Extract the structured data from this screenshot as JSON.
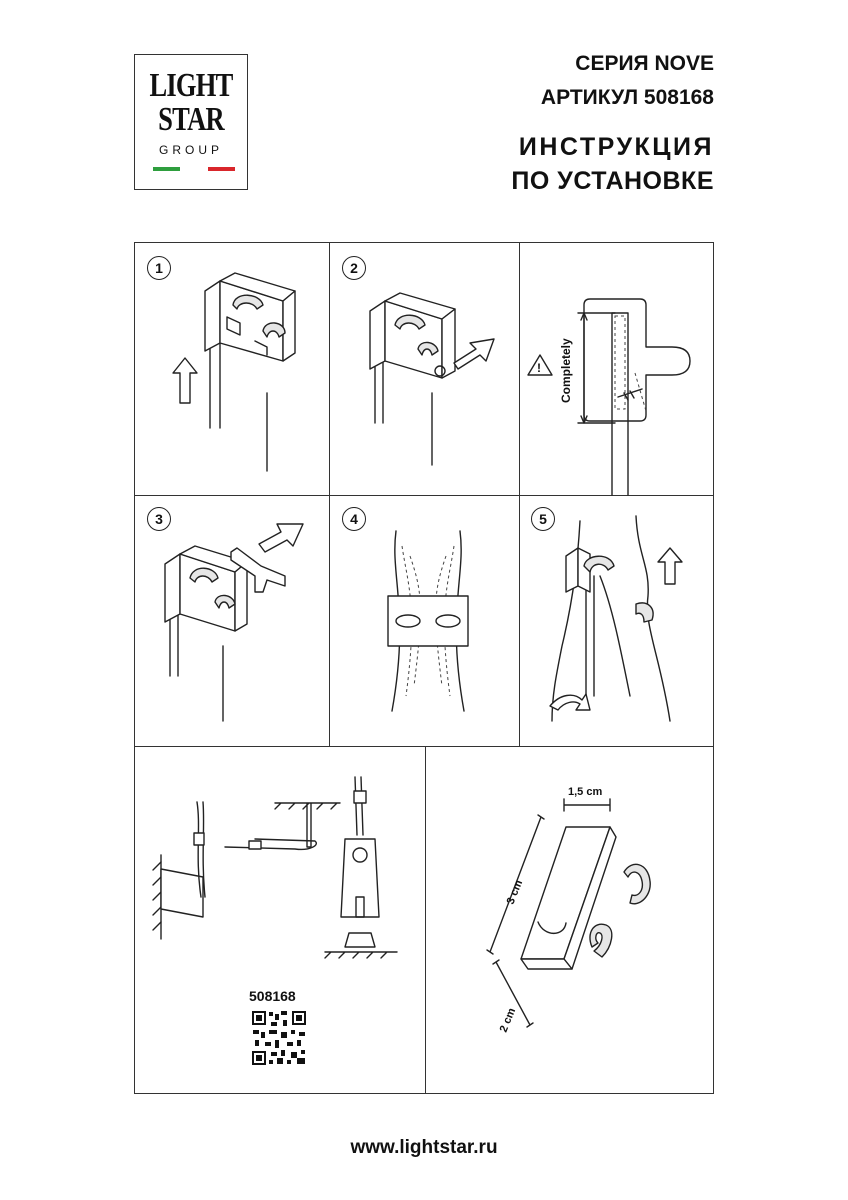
{
  "logo": {
    "line1": "LIGHT",
    "line2": "STAR",
    "line3": "GROUP",
    "flag_colors": [
      "#2e9e3e",
      "#ffffff",
      "#d9262b"
    ]
  },
  "header": {
    "series": "СЕРИЯ NOVE",
    "article": "АРТИКУЛ 508168",
    "title_line1": "ИНСТРУКЦИЯ",
    "title_line2": "ПО УСТАНОВКЕ"
  },
  "steps": [
    "1",
    "2",
    "3",
    "4",
    "5"
  ],
  "warning": {
    "label": "Completely",
    "icon": "warning-icon"
  },
  "dimensions": {
    "width": "1,5 cm",
    "length": "3 cm",
    "height": "2 cm"
  },
  "article_number": "508168",
  "qr_icon": "qr-code-icon",
  "footer": {
    "website": "www.lightstar.ru"
  }
}
